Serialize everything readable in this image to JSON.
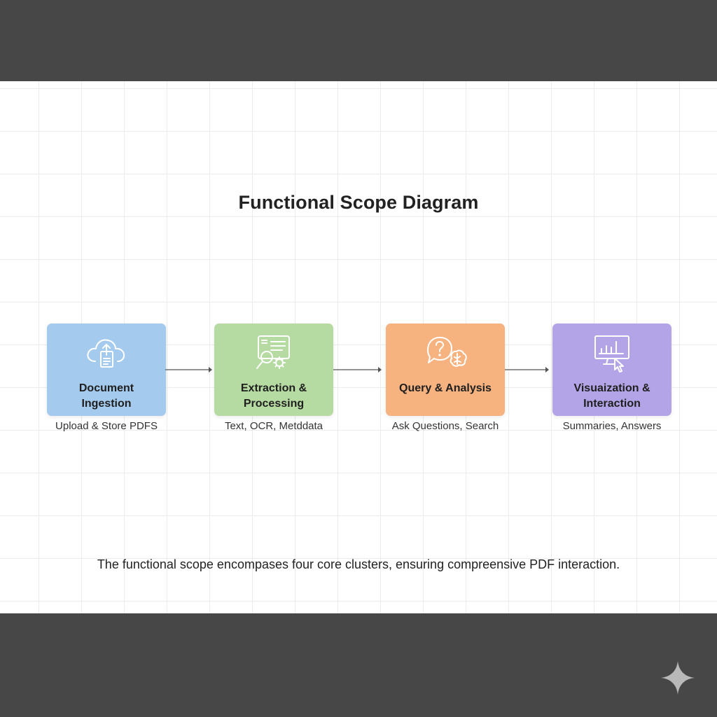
{
  "title": "Functional Scope Diagram",
  "footer": "The functional scope encompases four core clusters, ensuring compreensive PDF interaction.",
  "colors": {
    "ingestion": "#a4cbed",
    "extraction": "#b6dba2",
    "query": "#f6b27f",
    "visualization": "#b2a4e6"
  },
  "nodes": [
    {
      "label": "Document\nIngestion",
      "caption": "Upload & Store PDFS",
      "icon": "cloud-upload-document-icon"
    },
    {
      "label": "Extraction &\nProcessing",
      "caption": "Text, OCR, Metddata",
      "icon": "magnify-gear-document-icon"
    },
    {
      "label": "Query & Analysis",
      "caption": "Ask Questions, Search",
      "icon": "question-bubble-brain-icon"
    },
    {
      "label": "Visuaization &\nInteraction",
      "caption": "Summaries, Answers",
      "icon": "monitor-chart-cursor-icon"
    }
  ]
}
